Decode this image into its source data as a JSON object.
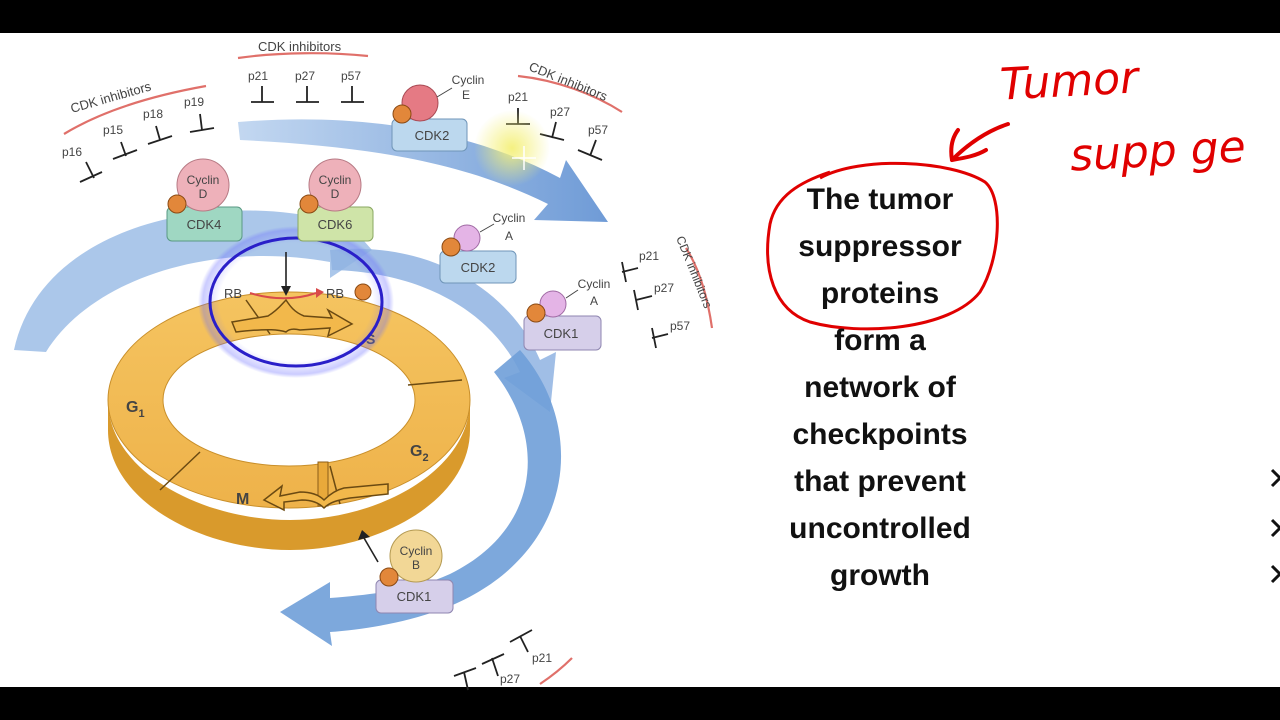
{
  "slide": {
    "colors": {
      "top_bar": "#000000",
      "slide_background": "#ffffff",
      "ink_red": "#e00000",
      "cycle_ring": "#f2b84b",
      "arrow_blue": "#6f9fd8",
      "highlight_ring": "#2a1fc9",
      "pointer_highlight": "#f2f08a"
    },
    "statement_lines": [
      "The tumor",
      "suppressor",
      "proteins",
      "form a",
      "network of",
      "checkpoints",
      "that prevent",
      "uncontrolled",
      "growth"
    ],
    "handwritten_notes": [
      "Tumor",
      "supp ge"
    ]
  },
  "diagram": {
    "cdk_inhibitors_label": "CDK inhibitors",
    "inhibitor_groups": {
      "g1_group": [
        "p16",
        "p15",
        "p18",
        "p19"
      ],
      "top_group": [
        "p21",
        "p27",
        "p57"
      ],
      "upper_right_group": [
        "p21",
        "p27",
        "p57"
      ],
      "right_group": [
        "p21",
        "p27",
        "p57"
      ],
      "bottom_group": [
        "p27",
        "p21"
      ]
    },
    "complexes": {
      "cyclin_d_cdk4": {
        "cyclin_line1": "Cyclin",
        "cyclin_line2": "D",
        "cdk": "CDK4"
      },
      "cyclin_d_cdk6": {
        "cyclin_line1": "Cyclin",
        "cyclin_line2": "D",
        "cdk": "CDK6"
      },
      "cyclin_e_cdk2": {
        "cyclin_line1": "Cyclin",
        "cyclin_line2": "E",
        "cdk": "CDK2"
      },
      "cyclin_a_cdk2": {
        "cyclin_line1": "Cyclin",
        "cyclin_line2": "A",
        "cdk": "CDK2"
      },
      "cyclin_a_cdk1": {
        "cyclin_line1": "Cyclin",
        "cyclin_line2": "A",
        "cdk": "CDK1"
      },
      "cyclin_b_cdk1": {
        "cyclin_line1": "Cyclin",
        "cyclin_line2": "B",
        "cdk": "CDK1"
      }
    },
    "rb_left": "RB",
    "rb_right": "RB",
    "phases": {
      "g1": "G",
      "g1_sub": "1",
      "s": "S",
      "g2": "G",
      "g2_sub": "2",
      "m": "M"
    }
  }
}
